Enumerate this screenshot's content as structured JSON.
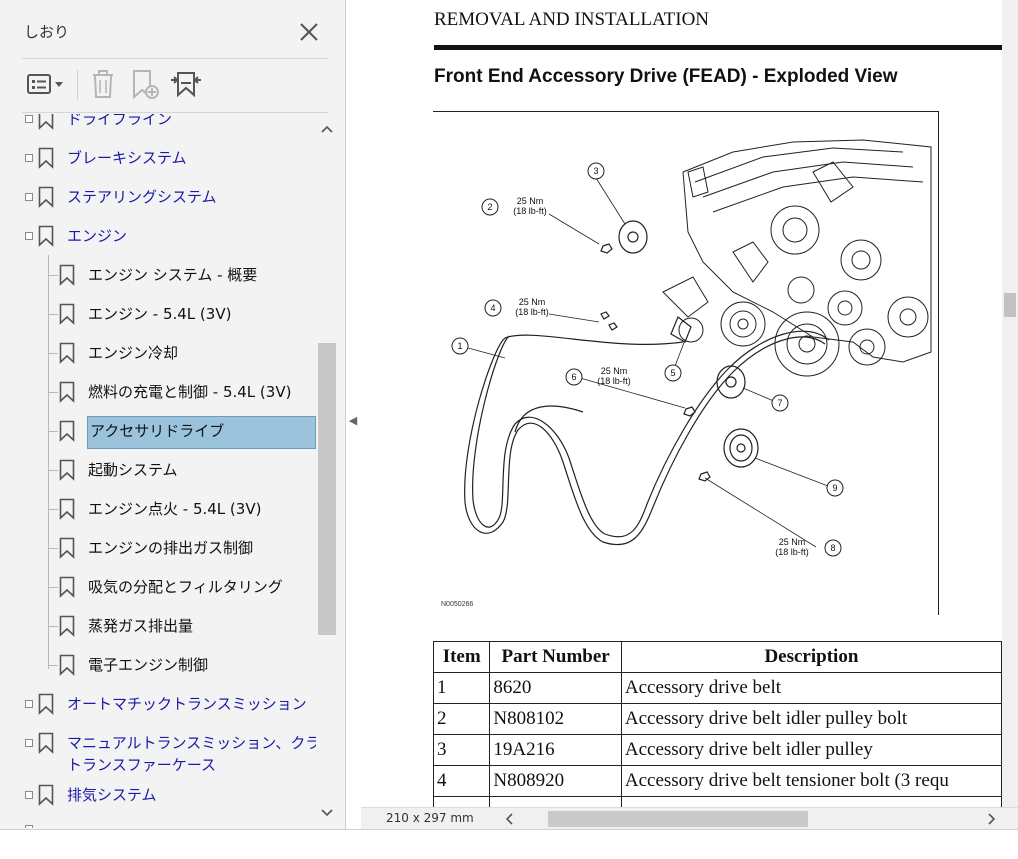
{
  "bookmarks_panel": {
    "title": "しおり",
    "toolbar": {
      "options_icon": "bookmark-options-icon",
      "delete_icon": "trash-icon",
      "new_bookmark_icon": "add-bookmark-icon",
      "expand_icon": "expand-bookmark-icon"
    },
    "items": [
      {
        "label": "ドライブライン",
        "level": 1
      },
      {
        "label": "ブレーキシステム",
        "level": 1
      },
      {
        "label": "ステアリングシステム",
        "level": 1
      },
      {
        "label": "エンジン",
        "level": 1
      },
      {
        "label": "エンジン システム - 概要",
        "level": 2
      },
      {
        "label": "エンジン - 5.4L (3V)",
        "level": 2
      },
      {
        "label": "エンジン冷却",
        "level": 2
      },
      {
        "label": "燃料の充電と制御 - 5.4L (3V)",
        "level": 2
      },
      {
        "label": "アクセサリドライブ",
        "level": 2,
        "selected": true
      },
      {
        "label": "起動システム",
        "level": 2
      },
      {
        "label": "エンジン点火 - 5.4L (3V)",
        "level": 2
      },
      {
        "label": "エンジンの排出ガス制御",
        "level": 2
      },
      {
        "label": "吸気の分配とフィルタリング",
        "level": 2
      },
      {
        "label": "蒸発ガス排出量",
        "level": 2
      },
      {
        "label": "電子エンジン制御",
        "level": 2
      },
      {
        "label": "オートマチックトランスミッション",
        "level": 1
      },
      {
        "label": "マニュアルトランスミッション、クラッチ、",
        "label2": "トランスファーケース",
        "level": 1
      },
      {
        "label": "排気システム",
        "level": 1
      }
    ]
  },
  "document": {
    "header": "REMOVAL AND INSTALLATION",
    "title": "Front End Accessory Drive (FEAD) - Exploded View",
    "figure": {
      "id": "N0050266",
      "callouts": [
        "1",
        "2",
        "3",
        "4",
        "5",
        "6",
        "7",
        "8",
        "9"
      ],
      "torque_label": "25 Nm",
      "torque_label_imperial": "(18 lb-ft)"
    },
    "table": {
      "headers": [
        "Item",
        "Part Number",
        "Description"
      ],
      "rows": [
        [
          "1",
          "8620",
          "Accessory drive belt"
        ],
        [
          "2",
          "N808102",
          "Accessory drive belt idler pulley bolt"
        ],
        [
          "3",
          "19A216",
          "Accessory drive belt idler pulley"
        ],
        [
          "4",
          "N808920",
          "Accessory drive belt tensioner bolt (3 requ"
        ]
      ]
    }
  },
  "status_bar": {
    "page_size": "210 x 297 mm"
  }
}
